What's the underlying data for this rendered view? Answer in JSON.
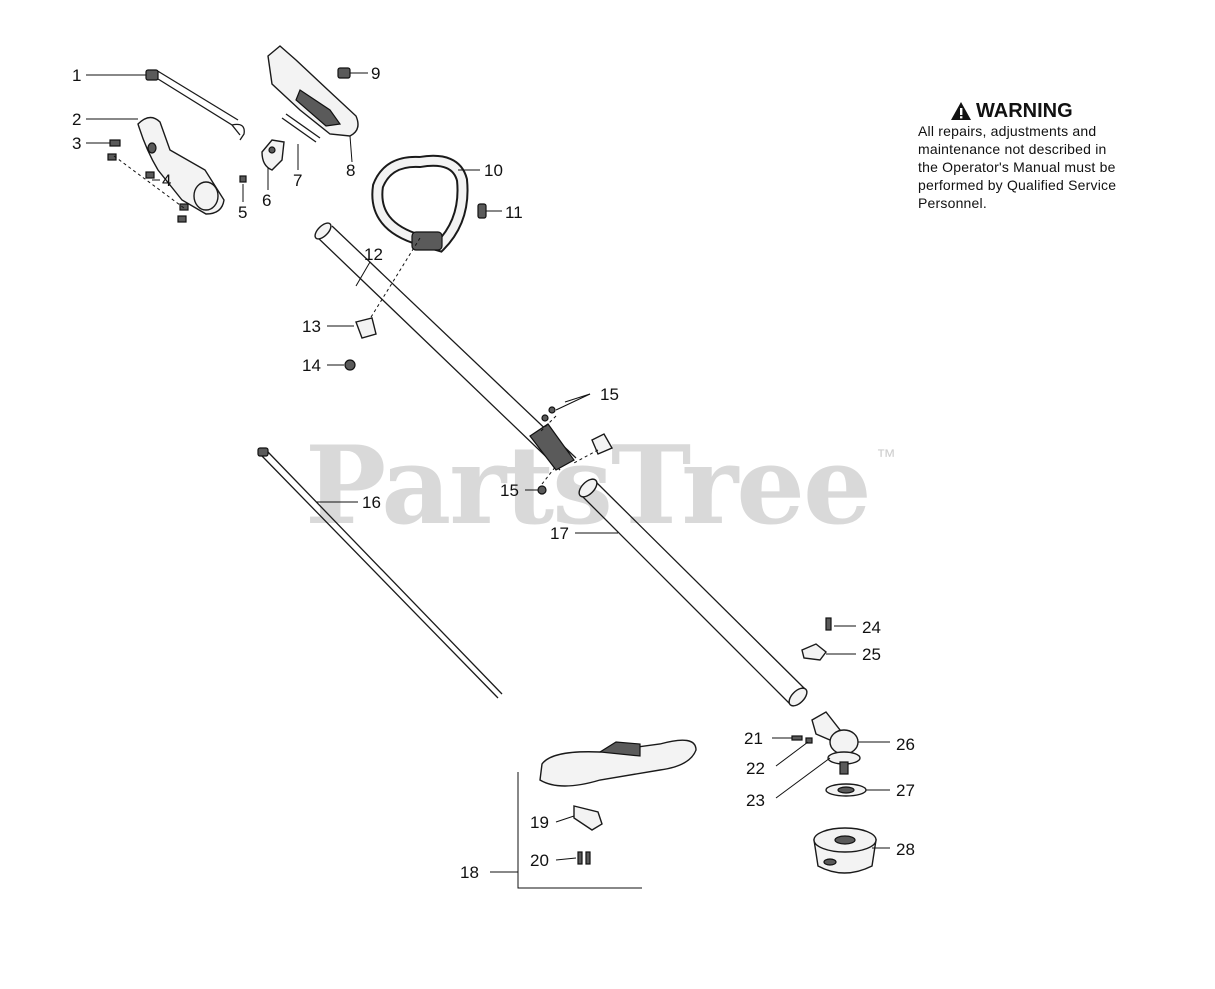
{
  "watermark": {
    "brand": "PartsTree",
    "tm": "™"
  },
  "warning": {
    "title": "WARNING",
    "lines": [
      "All repairs, adjustments and",
      "maintenance not described in",
      "the Operator's Manual must be",
      "performed by Qualified Service",
      "Personnel."
    ]
  },
  "callouts": [
    "1",
    "2",
    "3",
    "4",
    "5",
    "6",
    "7",
    "8",
    "9",
    "10",
    "11",
    "12",
    "13",
    "14",
    "15",
    "15",
    "16",
    "17",
    "18",
    "19",
    "20",
    "21",
    "22",
    "23",
    "24",
    "25",
    "26",
    "27",
    "28"
  ]
}
